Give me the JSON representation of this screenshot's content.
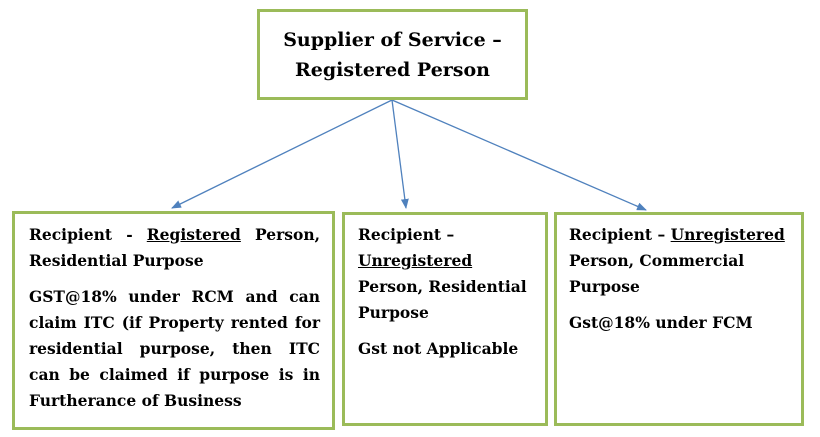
{
  "top": {
    "line1": "Supplier of Service –",
    "line2": "Registered Person"
  },
  "left": {
    "heading_prefix": "Recipient - ",
    "heading_underlined": "Registered",
    "heading_suffix": " Person, Residential Purpose",
    "body": "GST@18% under RCM and can claim ITC (if Property rented for residential purpose, then ITC can be claimed if purpose is in Furtherance of Business"
  },
  "middle": {
    "heading_prefix": "Recipient –",
    "heading_underlined": "Unregistered",
    "heading_suffix": "Person, Residential Purpose",
    "body": "Gst not Applicable"
  },
  "right": {
    "heading_prefix": "Recipient – ",
    "heading_underlined": "Unregistered",
    "heading_suffix": "Person, Commercial Purpose",
    "body": "Gst@18% under FCM"
  },
  "colors": {
    "box_border": "#9bbb59",
    "arrow": "#4f81bd"
  }
}
